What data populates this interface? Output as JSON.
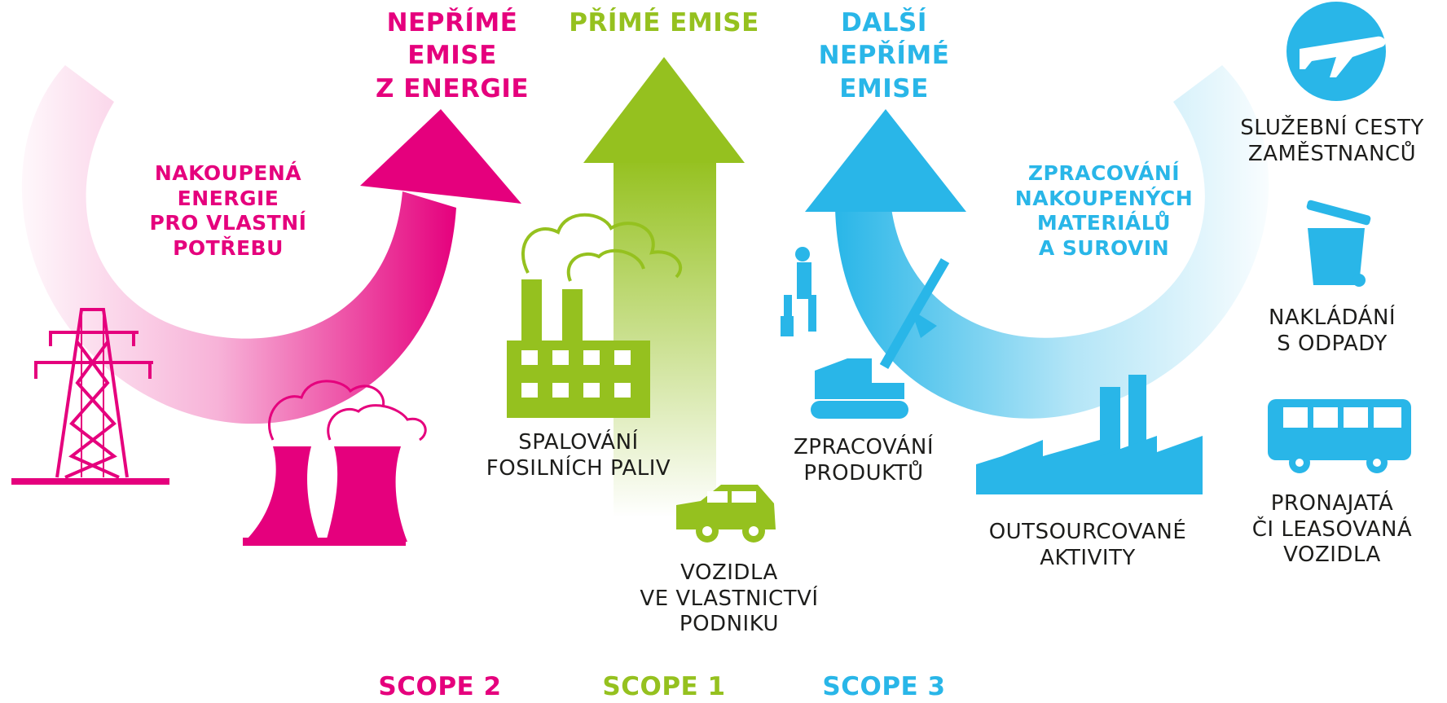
{
  "colors": {
    "scope2": "#e5007d",
    "scope1": "#95c11f",
    "scope3": "#29b6e8",
    "text": "#1d1d1b"
  },
  "scope2": {
    "heading": "NEPŘÍMÉ\nEMISE\nZ ENERGIE",
    "description": "NAKOUPENÁ\nENERGIE\nPRO VLASTNÍ\nPOTŘEBU",
    "label": "SCOPE 2",
    "icons": [
      "power-pylon-icon",
      "cooling-tower-icon"
    ]
  },
  "scope1": {
    "heading": "PŘÍMÉ EMISE",
    "items": [
      {
        "label": "SPALOVÁNÍ\nFOSILNÍCH PALIV",
        "icon": "factory-icon"
      },
      {
        "label": "VOZIDLA\nVE VLASTNICTVÍ\nPODNIKU",
        "icon": "car-icon"
      }
    ],
    "label": "SCOPE 1"
  },
  "scope3": {
    "heading": "DALŠÍ\nNEPŘÍMÉ\nEMISE",
    "description": "ZPRACOVÁNÍ\nNAKOUPENÝCH\nMATERIÁLŮ\nA SUROVIN",
    "items": [
      {
        "label": "ZPRACOVÁNÍ\nPRODUKTŮ",
        "icon": "excavator-worker-icon"
      },
      {
        "label": "OUTSOURCOVANÉ\nAKTIVITY",
        "icon": "outsourced-factory-icon"
      },
      {
        "label": "SLUŽEBNÍ CESTY\nZAMĚSTNANCŮ",
        "icon": "airplane-icon"
      },
      {
        "label": "NAKLÁDÁNÍ\nS ODPADY",
        "icon": "trash-bin-icon"
      },
      {
        "label": "PRONAJATÁ\nČI LEASOVANÁ\nVOZIDLA",
        "icon": "bus-icon"
      }
    ],
    "label": "SCOPE 3"
  }
}
